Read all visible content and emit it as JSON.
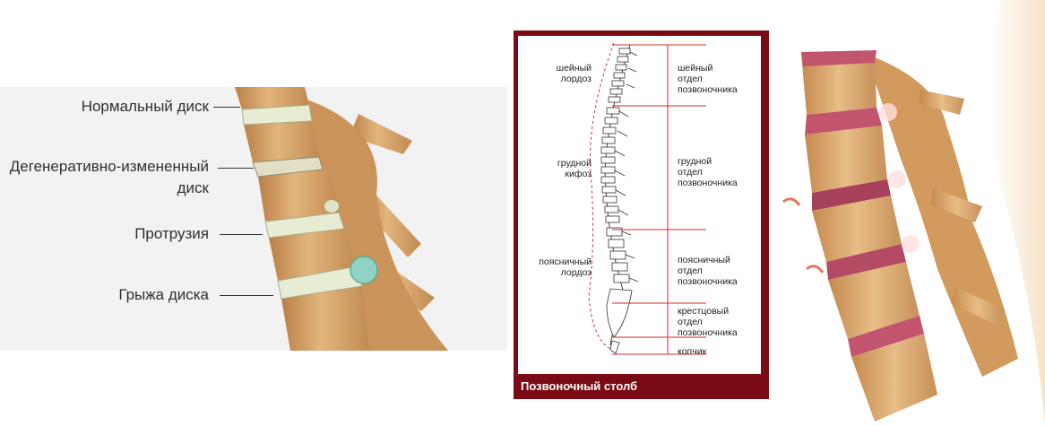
{
  "left_panel": {
    "labels": [
      {
        "line1": "Нормальный диск"
      },
      {
        "line1": "Дегенеративно-измененный",
        "line2": "диск"
      },
      {
        "line1": "Протрузия"
      },
      {
        "line1": "Грыжа диска"
      }
    ]
  },
  "center_panel": {
    "title": "Позвоночный столб",
    "curves": [
      {
        "line1": "шейный",
        "line2": "лордоз"
      },
      {
        "line1": "грудной",
        "line2": "кифоз"
      },
      {
        "line1": "поясничный",
        "line2": "лордоз"
      }
    ],
    "sections": [
      {
        "line1": "шейный",
        "line2": "отдел",
        "line3": "позвоночника"
      },
      {
        "line1": "грудной",
        "line2": "отдел",
        "line3": "позвоночника"
      },
      {
        "line1": "поясничный",
        "line2": "отдел",
        "line3": "позвоночника"
      },
      {
        "line1": "крестцовый",
        "line2": "отдел",
        "line3": "позвоночника"
      },
      {
        "line1": "копчик"
      }
    ]
  },
  "colors": {
    "bone": "#d9ac74",
    "bone_dark": "#b57d45",
    "disc": "#e8ecd2",
    "hernia": "#8fd3c4",
    "frame": "#7a0b14",
    "disc_inflamed": "#c2546d"
  }
}
